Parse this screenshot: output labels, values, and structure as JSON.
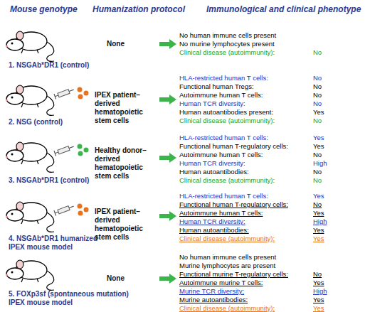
{
  "diagram": {
    "labels": [
      "Mouse genotype",
      "Humanization protocol",
      "Immunological and clinical phenotype",
      "1. NSGAb*DR1 (control)",
      "None",
      "No human immune cells present",
      "No murine lymphocytes present",
      "Clinical disease (autoimmunity):",
      "No",
      "2. NSG (control)",
      "IPEX patient–derived hematopoietic stem cells",
      "HLA-restricted human T cells:",
      "No",
      "Functional human Tregs:",
      "No",
      "Autoimmune human T cells:",
      "No",
      "Human TCR diversity:",
      "No",
      "Human autoantibodies present:",
      "Yes",
      "Clinical disease (autoimmunity):",
      "No",
      "3. NSGAb*DR1 (control)",
      "Healthy donor–derived hematopoietic stem cells",
      "HLA-restricted human T cells:",
      "Yes",
      "Functional human T-regulatory cells:",
      "Yes",
      "Autoimmune human T cells:",
      "No",
      "Human TCR diversity:",
      "High",
      "Human autoantibodies:",
      "No",
      "Clinical disease (autoimmunity):",
      "No",
      "4. NSGAb*DR1 humanized IPEX mouse model",
      "IPEX patient–derived hematopoietic stem cells",
      "HLA-restricted human T cells:",
      "Yes",
      "Functional human T-regulatory cells:",
      "No",
      "Autoimmune human T cells:",
      "Yes",
      "Human TCR diversity:",
      "High",
      "Human autoantibodies:",
      "Yes",
      "Clinical disease (autoimmunity):",
      "Yes",
      "5. FOXp3sf (spontaneous mutation) IPEX mouse model",
      "None",
      "No human immune cells present",
      "Murine lymphocytes are present",
      "Functional murine T-regulatory cells:",
      "No",
      "Autoimmune murine T cells:",
      "Yes",
      "Murine TCR diversity:",
      "High",
      "Murine autoantibodies:",
      "Yes",
      "Clinical disease (autoimmunity):",
      "Yes"
    ]
  }
}
